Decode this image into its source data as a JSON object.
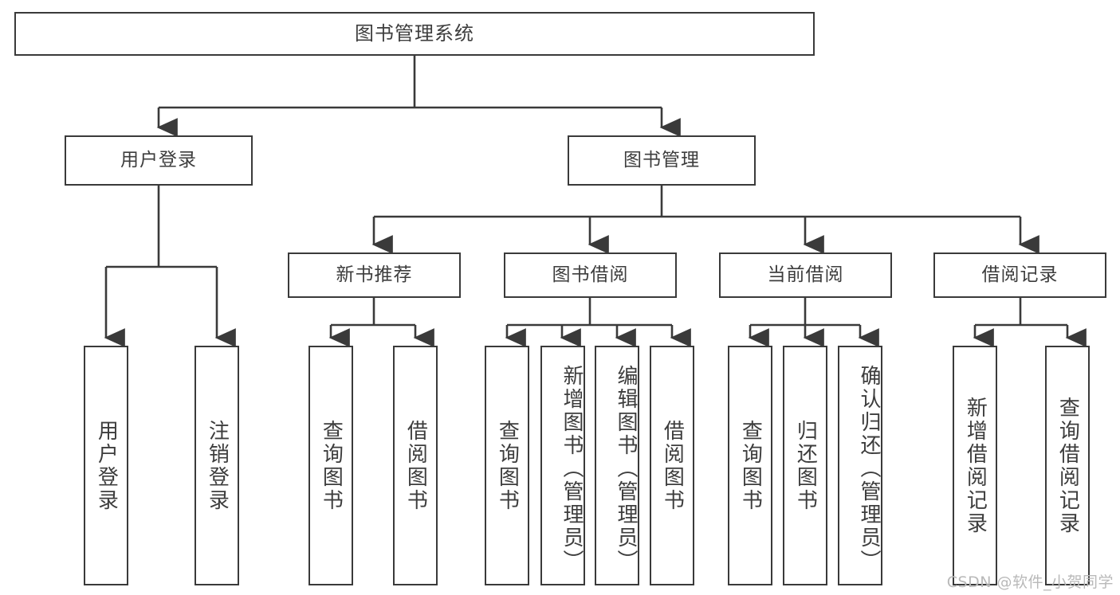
{
  "diagram": {
    "title": "图书管理系统",
    "type": "tree-hierarchy-diagram",
    "colors": {
      "box_border": "#3a3a3a",
      "box_fill": "#ffffff",
      "line": "#3a3a3a",
      "text": "#3d3d3d",
      "watermark": "#b9b9b9",
      "background": "#ffffff"
    }
  },
  "nodes": {
    "root": {
      "label": "图书管理系统",
      "level": 0
    },
    "level1": [
      {
        "id": "user-login",
        "label": "用户登录"
      },
      {
        "id": "book-management",
        "label": "图书管理"
      }
    ],
    "level2": [
      {
        "id": "new-book-recommend",
        "label": "新书推荐",
        "parent": "book-management"
      },
      {
        "id": "book-borrow",
        "label": "图书借阅",
        "parent": "book-management"
      },
      {
        "id": "current-borrow",
        "label": "当前借阅",
        "parent": "book-management"
      },
      {
        "id": "borrow-record",
        "label": "借阅记录",
        "parent": "book-management"
      }
    ],
    "leaves": {
      "user-login": [
        {
          "id": "leaf-user-login",
          "label": "用户登录"
        },
        {
          "id": "leaf-logout-login",
          "label": "注销登录"
        }
      ],
      "new-book-recommend": [
        {
          "id": "leaf-query-book-1",
          "label": "查询图书"
        },
        {
          "id": "leaf-borrow-book-1",
          "label": "借阅图书"
        }
      ],
      "book-borrow": [
        {
          "id": "leaf-query-book-2",
          "label": "查询图书"
        },
        {
          "id": "leaf-add-book",
          "label": "新增图书（管理员）"
        },
        {
          "id": "leaf-edit-book",
          "label": "编辑图书（管理员）"
        },
        {
          "id": "leaf-borrow-book-2",
          "label": "借阅图书"
        }
      ],
      "current-borrow": [
        {
          "id": "leaf-query-book-3",
          "label": "查询图书"
        },
        {
          "id": "leaf-return-book",
          "label": "归还图书"
        },
        {
          "id": "leaf-confirm-return",
          "label": "确认归还（管理员）"
        }
      ],
      "borrow-record": [
        {
          "id": "leaf-add-record",
          "label": "新增借阅记录"
        },
        {
          "id": "leaf-query-record",
          "label": "查询借阅记录"
        }
      ]
    }
  },
  "watermark": {
    "text": "CSDN @软件_小贺同学"
  }
}
